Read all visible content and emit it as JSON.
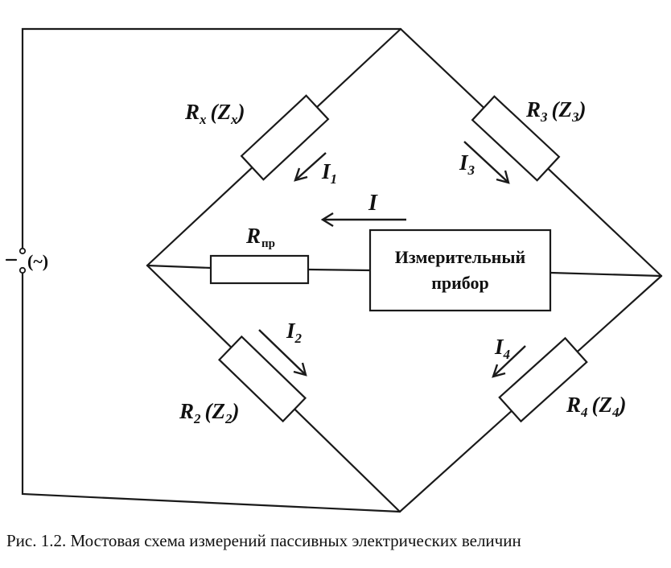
{
  "labels": {
    "rx_main": "R",
    "rx_sub": "x",
    "rx_z_open": "(Z",
    "rx_z_sub": "x",
    "rx_z_close": ")",
    "r3_main": "R",
    "r3_sub": "3",
    "r3_z_open": "(Z",
    "r3_z_sub": "3",
    "r3_z_close": ")",
    "r2_main": "R",
    "r2_sub": "2",
    "r2_z_open": "(Z",
    "r2_z_sub": "2",
    "r2_z_close": ")",
    "r4_main": "R",
    "r4_sub": "4",
    "r4_z_open": "(Z",
    "r4_z_sub": "4",
    "r4_z_close": ")",
    "rpr_main": "R",
    "rpr_sub": "пр",
    "i1_main": "I",
    "i1_sub": "1",
    "i2_main": "I",
    "i2_sub": "2",
    "i3_main": "I",
    "i3_sub": "3",
    "i4_main": "I",
    "i4_sub": "4",
    "i_main": "I",
    "source": "(~)",
    "meter_line1": "Измерительный",
    "meter_line2": "прибор"
  },
  "caption": "Рис. 1.2. Мостовая схема измерений пассивных электрических величин"
}
